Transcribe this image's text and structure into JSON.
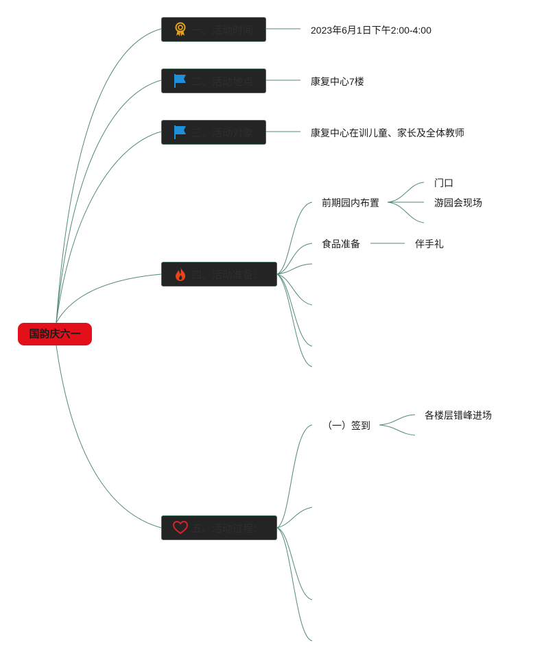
{
  "root": {
    "label": "国韵庆六一"
  },
  "branches": [
    {
      "label": "一、活动时间",
      "icon": "award-medal-icon",
      "icon_color": "#e6a317"
    },
    {
      "label": "二、活动地点",
      "icon": "flag-icon",
      "icon_color": "#1e8fd8"
    },
    {
      "label": "三、活动对象",
      "icon": "flag-icon",
      "icon_color": "#1e8fd8"
    },
    {
      "label": "四、活动准备：",
      "icon": "fire-icon",
      "icon_color": "#e8431b"
    },
    {
      "label": "五、活动过程：",
      "icon": "heart-icon",
      "icon_color": "#d9232c"
    }
  ],
  "details": {
    "time": "2023年6月1日下午2:00-4:00",
    "place": "康复中心7楼",
    "audience": "康复中心在训儿童、家长及全体教师"
  },
  "preparation": {
    "layout": "前期园内布置",
    "layout_children": [
      "门口",
      "游园会现场"
    ],
    "food": "食品准备",
    "food_children": [
      "伴手礼"
    ]
  },
  "process": {
    "signin": "（一）签到",
    "signin_children": [
      "各楼层错峰进场"
    ]
  },
  "colors": {
    "root": "#e3101a",
    "branch_bg": "#242424",
    "link": "#4f8a74"
  }
}
